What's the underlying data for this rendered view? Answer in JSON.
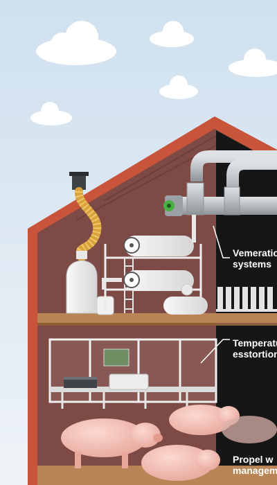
{
  "callouts": [
    {
      "line1": "Vemeratio",
      "line2": "systems"
    },
    {
      "line1": "Temperatu",
      "line2": "esstortion"
    },
    {
      "line1": "Propel w",
      "line2": "managem"
    }
  ],
  "colors": {
    "sky_top": "#cfe0ef",
    "sky_bottom": "#eef3f7",
    "roof": "#c8543a",
    "interior_wall": "#7e4a46",
    "dark_panel": "#161616",
    "floor": "#b98556",
    "pipe_metal": "#b8bcc0",
    "pig": "#f3c2b8",
    "yellow_duct": "#d9a23a",
    "callout_text": "#ffffff"
  }
}
